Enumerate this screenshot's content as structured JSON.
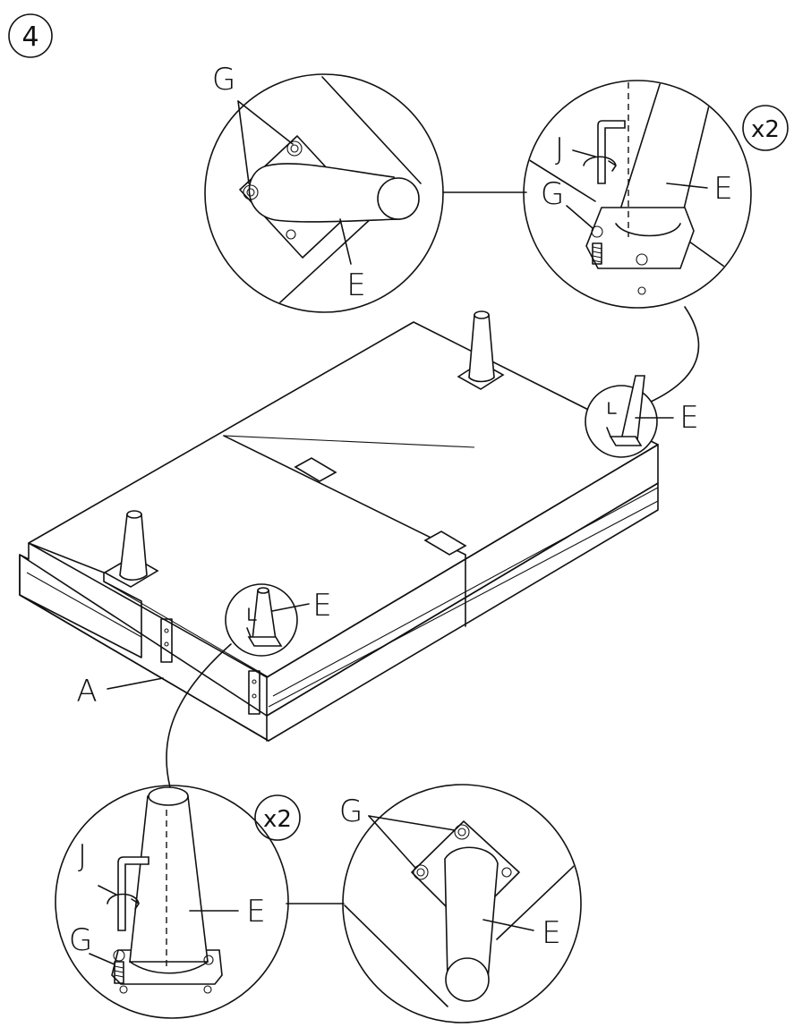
{
  "step_number": "4",
  "labels": {
    "top_left_g": "G",
    "top_left_e": "E",
    "top_right_j": "J",
    "top_right_g": "G",
    "top_right_e": "E",
    "top_right_qty": "x2",
    "mid_right_e": "E",
    "mid_front_e": "E",
    "frame": "A",
    "bottom_left_j": "J",
    "bottom_left_g": "G",
    "bottom_left_e": "E",
    "bottom_left_qty": "x2",
    "bottom_right_g": "G",
    "bottom_right_e": "E"
  }
}
